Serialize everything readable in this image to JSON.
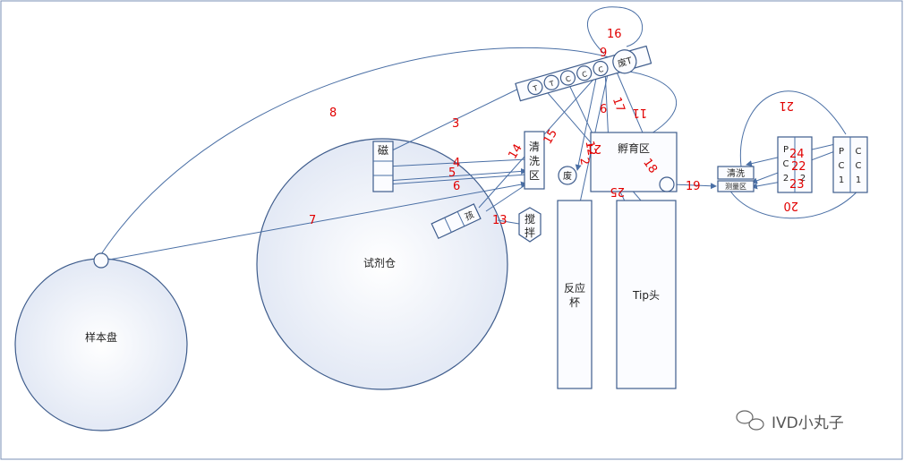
{
  "labels": {
    "sample_disk": "样本盘",
    "reagent_bin": "试剂仓",
    "magnetic": "磁",
    "wash_zone": [
      "清",
      "洗",
      "区"
    ],
    "waste_small": "废",
    "reaction_cup": [
      "反应",
      "杯"
    ],
    "tip_head": "Tip头",
    "incubation_zone": "孵育区",
    "mixer": [
      "搅",
      "拌"
    ],
    "reagent_small": "孩",
    "wash_station": "清洗",
    "measure_zone": "测量区",
    "waste_t": "废T",
    "rail_slots": [
      "T",
      "T",
      "C",
      "C",
      "C"
    ],
    "pc2": [
      "P",
      "C",
      "2",
      "2"
    ],
    "pc1": [
      "P",
      "C",
      "1"
    ],
    "cc1": [
      "C",
      "C",
      "1"
    ]
  },
  "steps": [
    "2",
    "3",
    "4",
    "5",
    "6",
    "6",
    "7",
    "8",
    "9",
    "11",
    "12",
    "13",
    "14",
    "15",
    "16",
    "17",
    "18",
    "19",
    "20",
    "21",
    "22",
    "23",
    "24",
    "25",
    "21"
  ],
  "watermark": "IVD小丸子",
  "colors": {
    "line": "#4a6fa5",
    "step_number": "#e10000"
  }
}
